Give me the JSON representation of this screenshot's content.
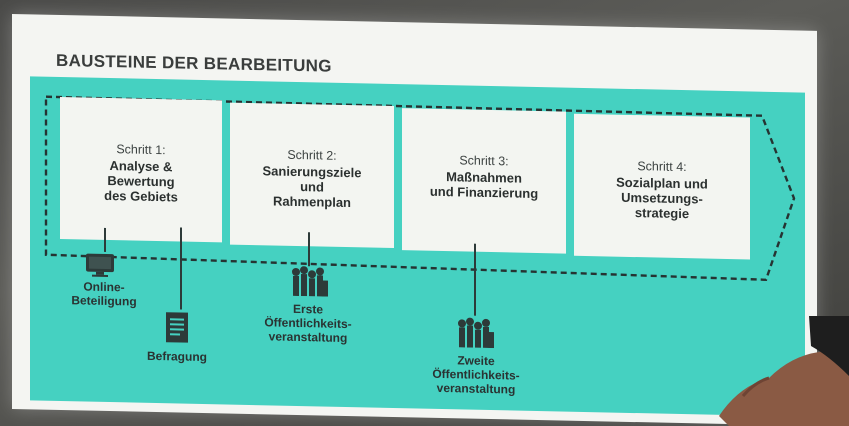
{
  "slide": {
    "title": "BAUSTEINE DER BEARBEITUNG",
    "steps": [
      {
        "label": "Schritt 1:",
        "text": "Analyse &\nBewertung\ndes Gebiets"
      },
      {
        "label": "Schritt 2:",
        "text": "Sanierungsziele\nund\nRahmenplan"
      },
      {
        "label": "Schritt 3:",
        "text": "Maßnahmen\nund Finanzierung"
      },
      {
        "label": "Schritt 4:",
        "text": "Sozialplan und\nUmsetzungs-\nstrategie"
      }
    ],
    "touchpoints": [
      {
        "text": "Online-\nBeteiligung",
        "icon": "monitor-icon"
      },
      {
        "text": "Befragung",
        "icon": "document-icon"
      },
      {
        "text": "Erste\nÖffentlichkeits-\nveranstaltung",
        "icon": "crowd-icon"
      },
      {
        "text": "Zweite\nÖffentlichkeits-\nveranstaltung",
        "icon": "crowd-icon"
      }
    ],
    "colors": {
      "teal": "#45d1c1",
      "box": "#f3f5f1",
      "dark": "#2d3a39"
    }
  }
}
